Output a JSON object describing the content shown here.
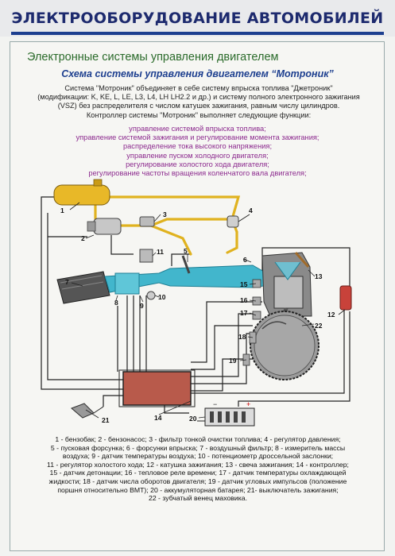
{
  "header": {
    "title": "ЭЛЕКТРООБОРУДОВАНИЕ АВТОМОБИЛЕЙ"
  },
  "section": {
    "subtitle": "Электронные системы управления двигателем"
  },
  "schema": {
    "title": "Схема  системы управления двигателем “Мотроник”"
  },
  "intro": {
    "line1": "Система \"Мотроник\" объединяет в себе систему впрыска топлива \"Джетроник\"",
    "line2": "(модификации: K, KE, L, LE, L3, L4, LH LH2.2 и др.) и систему полного электронного зажигания",
    "line3": "(VSZ) без распределителя с числом катушек зажигания, равным числу цилиндров.",
    "line4": "Контроллер системы \"Мотроник\" выполняет следующие функции:"
  },
  "functions": [
    "управление системой впрыска топлива;",
    "управление системой зажигания и регулирование момента зажигания;",
    "распределение тока высокого напряжения;",
    "управление пуском холодного двигателя;",
    "регулирование холостого хода двигателя;",
    "регулирование частоты вращения коленчатого вала двигателя;"
  ],
  "diagram_numbers": {
    "n1": "1",
    "n2": "2",
    "n3": "3",
    "n4": "4",
    "n5": "5",
    "n6": "6",
    "n7": "7",
    "n8": "8",
    "n9": "9",
    "n10": "10",
    "n11": "11",
    "n12": "12",
    "n13": "13",
    "n14": "14",
    "n15": "15",
    "n16": "16",
    "n17": "17",
    "n18": "18",
    "n19": "19",
    "n20": "20",
    "n21": "21",
    "n22": "22"
  },
  "battery": {
    "minus": "−",
    "plus": "+"
  },
  "legend": [
    "1 - бензобак;  2 - бензонасос;  3 - фильтр тонкой очистки топлива;  4 - регулятор давления;",
    "5 - пусковая форсунка; 6 - форсунки впрыска; 7 - воздушный фильтр; 8 -  измеритель массы",
    "воздуха; 9 - датчик температуры воздуха; 10 - потенциометр дроссельной заслонки;",
    "11 - регулятор холостого хода; 12 - катушка зажигания; 13 - свеча зажигания; 14 - контроллер;",
    "15 - датчик детонации; 16 - тепловое реле времени; 17 - датчик температуры охлаждающей",
    "жидкости; 18 - датчик числа оборотов двигателя; 19 - датчик угловых импульсов (положение",
    "поршня относительно ВМТ); 20 - аккумуляторная батарея; 21- выключатель зажигания;",
    "22 - зубчатый венец маховика."
  ],
  "colors": {
    "fuel": "#e0b21f",
    "air": "#3fb3c8",
    "wire": "#222222",
    "controller": "#b2584a",
    "title": "#1d2a6e",
    "functions": "#8c2a8e",
    "subtitle": "#2b6b2b"
  }
}
